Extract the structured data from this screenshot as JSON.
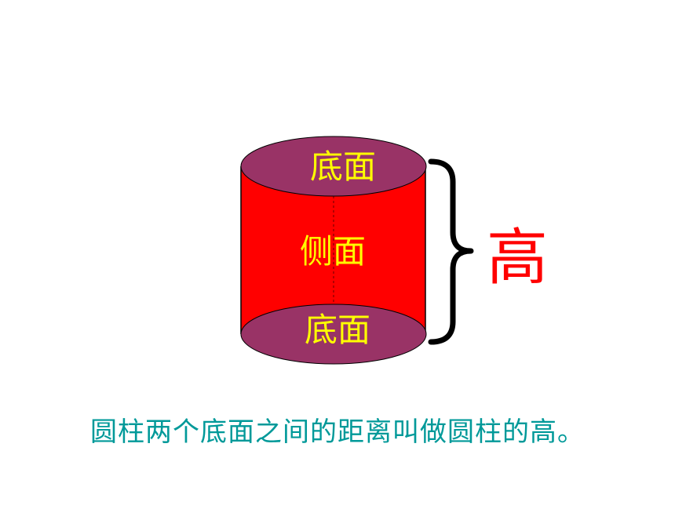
{
  "labels": {
    "top_base": "底面",
    "lateral_surface": "侧面",
    "bottom_base": "底面",
    "height": "高"
  },
  "caption": "圆柱两个底面之间的距离叫做圆柱的高。",
  "colors": {
    "lateral_fill": "#ff0000",
    "base_fill": "#993366",
    "label_yellow": "#ffff00",
    "height_red": "#ff0000",
    "caption_teal": "#009999",
    "outline": "#000000"
  }
}
